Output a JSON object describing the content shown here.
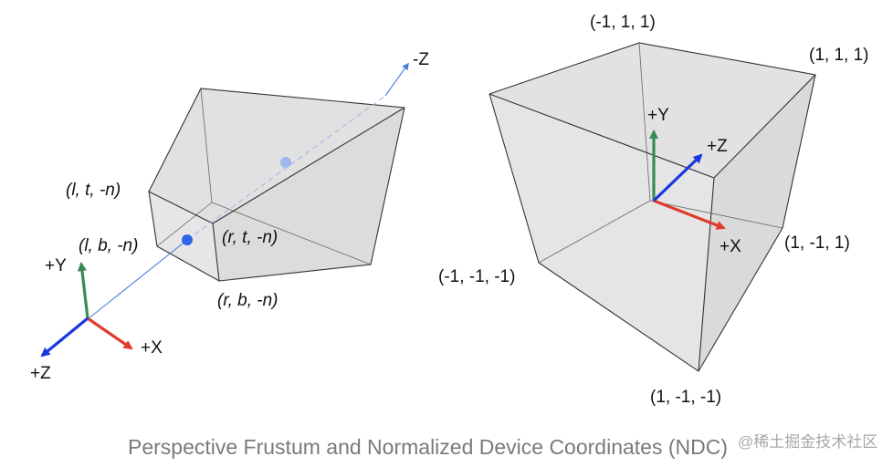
{
  "caption": "Perspective Frustum and Normalized Device Coordinates (NDC)",
  "watermark": "@稀土掘金技术社区",
  "colors": {
    "face_fill": "#d9d9d9",
    "edge": "#333333",
    "hidden_edge": "#666666",
    "view_axis": "#4a7fe0",
    "axis_x": "#e03c2e",
    "axis_y": "#3a8a55",
    "axis_z": "#1838e0",
    "caption": "#7a7a7a"
  },
  "frustum": {
    "view_axis_label": "-Z",
    "corner_labels": {
      "left_top_near": "(l, t, -n)",
      "left_bottom_near": "(l, b, -n)",
      "right_top_near": "(r, t, -n)",
      "right_bottom_near": "(r, b, -n)"
    },
    "axes": {
      "x": "+X",
      "y": "+Y",
      "z": "+Z"
    }
  },
  "ndc_cube": {
    "corner_labels": {
      "top_back_left": "(-1, 1, 1)",
      "top_back_right": "(1, 1, 1)",
      "bottom_back_right": "(1, -1, 1)",
      "bottom_front_left": "(-1, -1, -1)",
      "bottom_front_right": "(1, -1, -1)"
    },
    "axes": {
      "x": "+X",
      "y": "+Y",
      "z": "+Z"
    }
  }
}
